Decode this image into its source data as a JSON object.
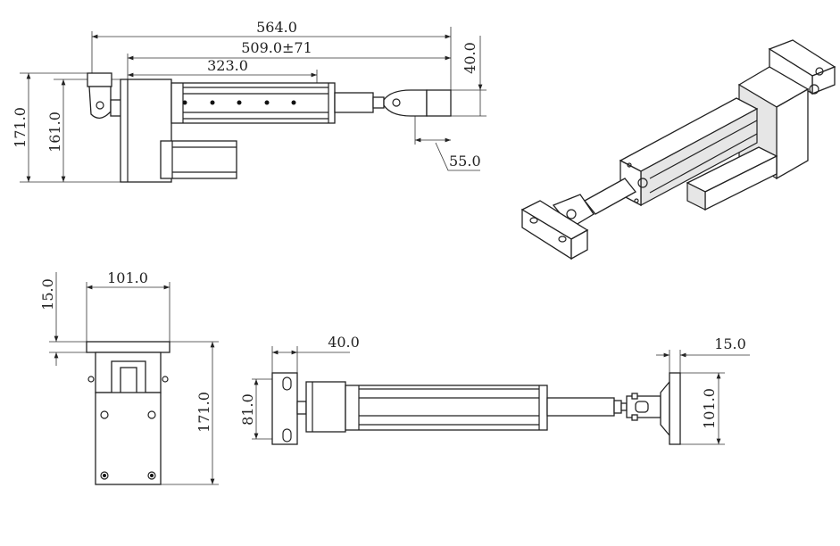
{
  "drawing": {
    "side_view": {
      "overall_length": "564.0",
      "retracted_length": "509.0±71",
      "body_length": "323.0",
      "clevis_height": "40.0",
      "clevis_offset": "55.0",
      "total_height": "171.0",
      "body_height": "161.0"
    },
    "end_view": {
      "width": "101.0",
      "plate_thickness": "15.0",
      "height": "171.0"
    },
    "top_view": {
      "rear_plate_offset": "40.0",
      "hole_spacing": "81.0",
      "front_plate_thickness": "15.0",
      "front_plate_width": "101.0"
    }
  }
}
